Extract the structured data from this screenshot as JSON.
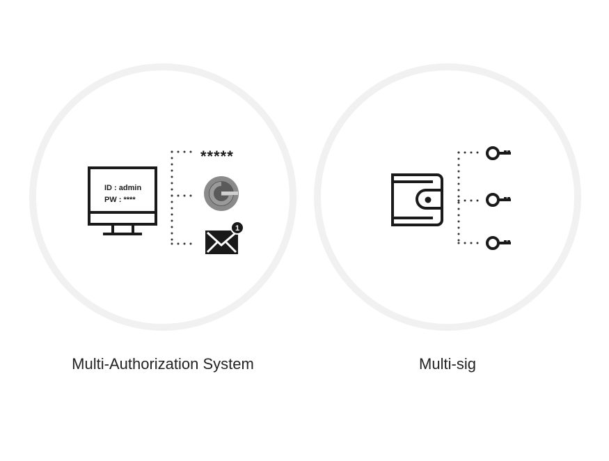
{
  "left": {
    "title": "Multi-Authorization System",
    "screen_id": "ID : admin",
    "screen_pw": "PW : ****",
    "password_mask": "*****",
    "mail_badge": "1"
  },
  "right": {
    "title": "Multi-sig",
    "key_count": 3
  },
  "colors": {
    "ring": "#f1f1f1",
    "ink": "#1a1a1a",
    "auth_gray": "#7a7a7a"
  }
}
